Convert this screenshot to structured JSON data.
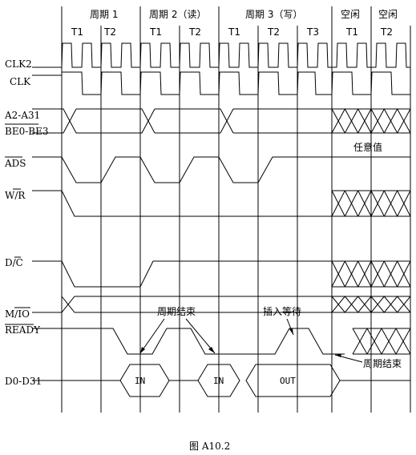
{
  "header": {
    "periods": [
      "周期 1",
      "周期 2（读）",
      "周期 3（写）",
      "空闲",
      "空闲"
    ],
    "states": [
      "T1",
      "T2",
      "T1",
      "T2",
      "T1",
      "T2",
      "T3",
      "T1",
      "T2"
    ]
  },
  "signals": {
    "clk2": "CLK2",
    "clk": "CLK",
    "addr": "A2-A31",
    "be": "BE0-BE3",
    "ads": "ADS",
    "wr": "W/R",
    "dc": "D/C",
    "mio": "M/IO",
    "ready": "READY",
    "data": "D0-D31"
  },
  "annotations": {
    "any_value": "任意值",
    "cycle_end_1": "周期结束",
    "insert_wait": "插入等待",
    "cycle_end_2": "周期结束"
  },
  "data_bus": {
    "in1": "IN",
    "in2": "IN",
    "out": "OUT"
  },
  "caption": "图 A10.2"
}
